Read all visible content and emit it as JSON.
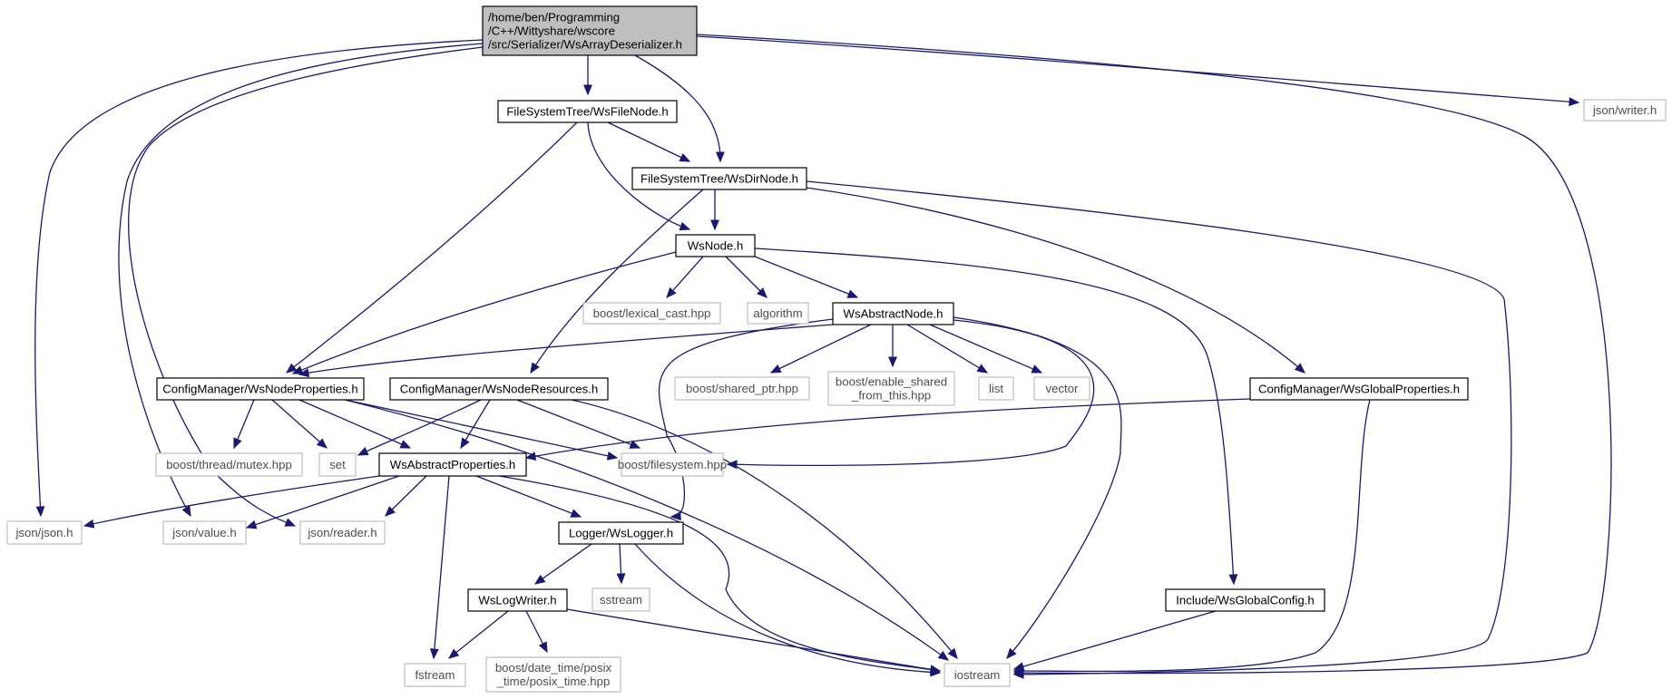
{
  "colors": {
    "edge": "#191970",
    "root_fill": "#bfbfbf",
    "primary_border": "#000000",
    "external_border": "#bfbfbf",
    "external_text": "#4d4d4d"
  },
  "nodes": [
    {
      "id": "root",
      "lines": [
        "/home/ben/Programming",
        "/C++/Wittyshare/wscore",
        "/src/Serializer/WsArrayDeserializer.h"
      ],
      "kind": "root"
    },
    {
      "id": "fsfile",
      "lines": [
        "FileSystemTree/WsFileNode.h"
      ],
      "kind": "primary"
    },
    {
      "id": "jsonwriter",
      "lines": [
        "json/writer.h"
      ],
      "kind": "external"
    },
    {
      "id": "fsdir",
      "lines": [
        "FileSystemTree/WsDirNode.h"
      ],
      "kind": "primary"
    },
    {
      "id": "wsnode",
      "lines": [
        "WsNode.h"
      ],
      "kind": "primary"
    },
    {
      "id": "lexical",
      "lines": [
        "boost/lexical_cast.hpp"
      ],
      "kind": "external"
    },
    {
      "id": "algorithm",
      "lines": [
        "algorithm"
      ],
      "kind": "external"
    },
    {
      "id": "absnode",
      "lines": [
        "WsAbstractNode.h"
      ],
      "kind": "primary"
    },
    {
      "id": "nodeprops",
      "lines": [
        "ConfigManager/WsNodeProperties.h"
      ],
      "kind": "primary"
    },
    {
      "id": "noderes",
      "lines": [
        "ConfigManager/WsNodeResources.h"
      ],
      "kind": "primary"
    },
    {
      "id": "sharedptr",
      "lines": [
        "boost/shared_ptr.hpp"
      ],
      "kind": "external"
    },
    {
      "id": "enableshared",
      "lines": [
        "boost/enable_shared",
        "_from_this.hpp"
      ],
      "kind": "external"
    },
    {
      "id": "list",
      "lines": [
        "list"
      ],
      "kind": "external"
    },
    {
      "id": "vector",
      "lines": [
        "vector"
      ],
      "kind": "external"
    },
    {
      "id": "globalprops",
      "lines": [
        "ConfigManager/WsGlobalProperties.h"
      ],
      "kind": "primary"
    },
    {
      "id": "mutex",
      "lines": [
        "boost/thread/mutex.hpp"
      ],
      "kind": "external"
    },
    {
      "id": "set",
      "lines": [
        "set"
      ],
      "kind": "external"
    },
    {
      "id": "absprops",
      "lines": [
        "WsAbstractProperties.h"
      ],
      "kind": "primary"
    },
    {
      "id": "filesystem",
      "lines": [
        "boost/filesystem.hpp"
      ],
      "kind": "external"
    },
    {
      "id": "jsonjson",
      "lines": [
        "json/json.h"
      ],
      "kind": "external"
    },
    {
      "id": "jsonvalue",
      "lines": [
        "json/value.h"
      ],
      "kind": "external"
    },
    {
      "id": "jsonreader",
      "lines": [
        "json/reader.h"
      ],
      "kind": "external"
    },
    {
      "id": "logger",
      "lines": [
        "Logger/WsLogger.h"
      ],
      "kind": "primary"
    },
    {
      "id": "sstream",
      "lines": [
        "sstream"
      ],
      "kind": "external"
    },
    {
      "id": "logwriter",
      "lines": [
        "WsLogWriter.h"
      ],
      "kind": "primary"
    },
    {
      "id": "globalconfig",
      "lines": [
        "Include/WsGlobalConfig.h"
      ],
      "kind": "primary"
    },
    {
      "id": "fstream",
      "lines": [
        "fstream"
      ],
      "kind": "external"
    },
    {
      "id": "posix",
      "lines": [
        "boost/date_time/posix",
        "_time/posix_time.hpp"
      ],
      "kind": "external"
    },
    {
      "id": "iostream",
      "lines": [
        "iostream"
      ],
      "kind": "external"
    }
  ],
  "edges": [
    [
      "root",
      "fsfile"
    ],
    [
      "root",
      "fsdir"
    ],
    [
      "root",
      "jsonwriter"
    ],
    [
      "root",
      "iostream"
    ],
    [
      "root",
      "jsonjson"
    ],
    [
      "root",
      "jsonvalue"
    ],
    [
      "root",
      "jsonreader"
    ],
    [
      "fsfile",
      "fsdir"
    ],
    [
      "fsfile",
      "wsnode"
    ],
    [
      "fsfile",
      "nodeprops"
    ],
    [
      "fsdir",
      "wsnode"
    ],
    [
      "fsdir",
      "noderes"
    ],
    [
      "fsdir",
      "globalprops"
    ],
    [
      "fsdir",
      "iostream"
    ],
    [
      "wsnode",
      "lexical"
    ],
    [
      "wsnode",
      "algorithm"
    ],
    [
      "wsnode",
      "absnode"
    ],
    [
      "wsnode",
      "nodeprops"
    ],
    [
      "wsnode",
      "globalconfig"
    ],
    [
      "absnode",
      "nodeprops"
    ],
    [
      "absnode",
      "sharedptr"
    ],
    [
      "absnode",
      "enableshared"
    ],
    [
      "absnode",
      "list"
    ],
    [
      "absnode",
      "vector"
    ],
    [
      "absnode",
      "filesystem"
    ],
    [
      "absnode",
      "logger"
    ],
    [
      "absnode",
      "iostream"
    ],
    [
      "nodeprops",
      "mutex"
    ],
    [
      "nodeprops",
      "set"
    ],
    [
      "nodeprops",
      "absprops"
    ],
    [
      "nodeprops",
      "filesystem"
    ],
    [
      "nodeprops",
      "iostream"
    ],
    [
      "noderes",
      "set"
    ],
    [
      "noderes",
      "absprops"
    ],
    [
      "noderes",
      "filesystem"
    ],
    [
      "noderes",
      "iostream"
    ],
    [
      "globalprops",
      "absprops"
    ],
    [
      "globalprops",
      "iostream"
    ],
    [
      "absprops",
      "jsonjson"
    ],
    [
      "absprops",
      "jsonvalue"
    ],
    [
      "absprops",
      "jsonreader"
    ],
    [
      "absprops",
      "logger"
    ],
    [
      "absprops",
      "fstream"
    ],
    [
      "absprops",
      "iostream"
    ],
    [
      "logger",
      "logwriter"
    ],
    [
      "logger",
      "sstream"
    ],
    [
      "logger",
      "iostream"
    ],
    [
      "logwriter",
      "fstream"
    ],
    [
      "logwriter",
      "posix"
    ],
    [
      "logwriter",
      "iostream"
    ],
    [
      "globalconfig",
      "iostream"
    ]
  ]
}
